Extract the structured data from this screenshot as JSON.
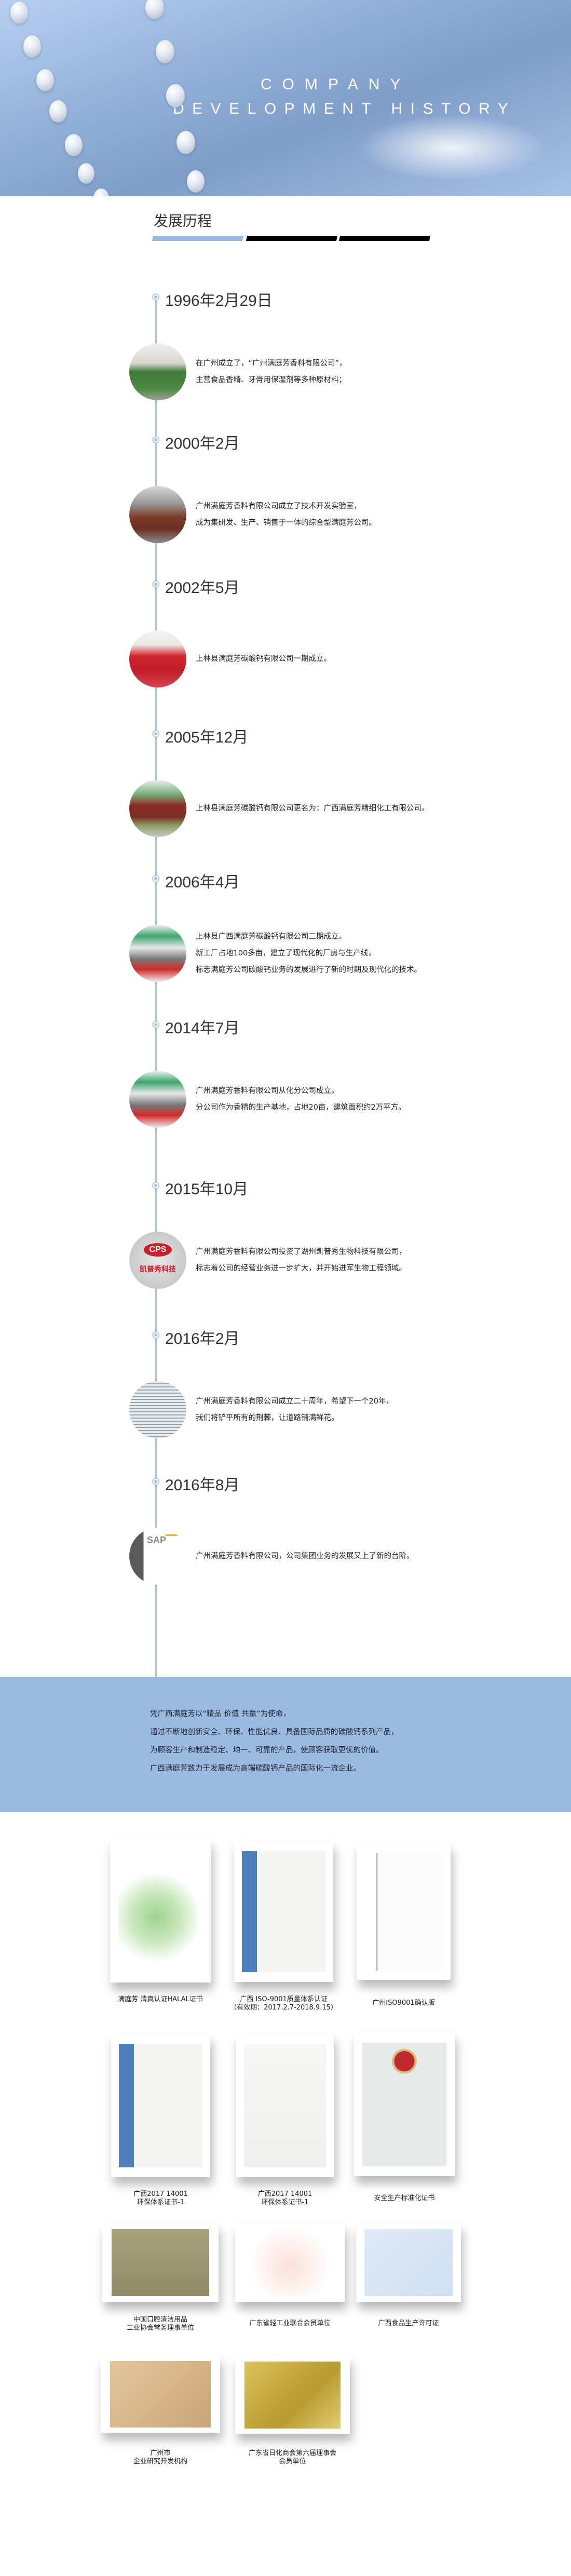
{
  "banner": {
    "title_line1": "COMPANY",
    "title_line2": "DEVELOPMENT HISTORY"
  },
  "section": {
    "title": "发展历程",
    "accent_color": "#9bbae1",
    "bar_color": "#000000"
  },
  "timeline": {
    "line_color": "#a3bde1",
    "entries": [
      {
        "date": "1996年2月29日",
        "photo": "office-building",
        "lines": [
          "在广州成立了，“广州满庭芳香料有限公司”，",
          "主营食品香精、牙膏用保湿剂等多种原材料；"
        ]
      },
      {
        "date": "2000年2月",
        "photo": "company-sign",
        "lines": [
          "广州满庭芳香料有限公司成立了技术开发实验室，",
          "成为集研发、生产、销售于一体的综合型满庭芳公司。"
        ]
      },
      {
        "date": "2002年5月",
        "photo": "ribbon-cutting",
        "lines": [
          "上林县满庭芳碳酸钙有限公司一期成立。"
        ]
      },
      {
        "date": "2005年12月",
        "photo": "factory-sign",
        "lines": [
          "上林县满庭芳碳酸钙有限公司更名为：广西满庭芳精细化工有限公司。"
        ]
      },
      {
        "date": "2006年4月",
        "photo": "opening-ceremony",
        "lines": [
          "上林县广西满庭芳碳酸钙有限公司二期成立。",
          "新工厂占地100多亩，建立了现代化的厂房与生产线，",
          "标志满庭芳公司碳酸钙业务的发展进行了新的时期及现代化的技术。"
        ]
      },
      {
        "date": "2014年7月",
        "photo": "opening-ceremony",
        "lines": [
          "广州满庭芳香料有限公司从化分公司成立。",
          "分公司作为香精的生产基地，占地20亩，建筑面积约2万平方。"
        ]
      },
      {
        "date": "2015年10月",
        "photo": "cps-logo",
        "photo_text": "凯普秀科技",
        "lines": [
          "广州满庭芳香料有限公司投资了湖州凯普秀生物科技有限公司，",
          "标志着公司的经营业务进一步扩大，并开始进军生物工程领域。"
        ]
      },
      {
        "date": "2016年2月",
        "photo": "tech-center-glass",
        "lines": [
          "广州满庭芳香料有限公司成立二十周年，希望下一个20年，",
          "我们将铲平所有的荆棘，让道路铺满鲜花。"
        ]
      },
      {
        "date": "2016年8月",
        "photo": "sap-login",
        "photo_text": "SAP",
        "lines": [
          "广州满庭芳香料有限公司，公司集团业务的发展又上了新的台阶。"
        ]
      }
    ]
  },
  "mission": {
    "background": "#9bbae1",
    "lines": [
      "凭广西满庭芳以“精品  价值  共赢”为使命，",
      "通过不断地创新安全、环保、性能优良、具备国际品质的碳酸钙系列产品，",
      "为顾客生产和制造稳定、均一、可靠的产品，使顾客获取更优的价值。",
      "广西满庭芳致力于发展成为高端碳酸钙产品的国际化一流企业。"
    ]
  },
  "certificates": [
    {
      "caption": [
        "满庭芳 清真认证HALAL证书"
      ],
      "style": "halal"
    },
    {
      "caption": [
        "广西 ISO-9001质量体系认证",
        "（有效期：2017.2.7-2018.9.15）"
      ],
      "style": "iso-blue"
    },
    {
      "caption": [
        "广州ISO9001确认版"
      ],
      "style": "iso-white"
    },
    {
      "caption": [
        "广西2017 14001",
        "环保体系证书-1"
      ],
      "style": "iso-blue"
    },
    {
      "caption": [
        "广西2017 14001",
        "环保体系证书-1"
      ],
      "style": "iqnet"
    },
    {
      "caption": [
        "安全生产标准化证书"
      ],
      "style": "safety"
    },
    {
      "caption": [
        "中国口腔清洁用品",
        "工业协会常务理事单位"
      ],
      "style": "plaque-khaki"
    },
    {
      "caption": [
        "广东省轻工业联合会员单位"
      ],
      "style": "member-red"
    },
    {
      "caption": [
        "广西食品生产许可证"
      ],
      "style": "license"
    },
    {
      "caption": [
        "广州市",
        "企业研究开发机构"
      ],
      "style": "plaque-tan"
    },
    {
      "caption": [
        "广东省日化商会第六届理事会",
        "会员单位"
      ],
      "style": "plaque-gold"
    }
  ]
}
